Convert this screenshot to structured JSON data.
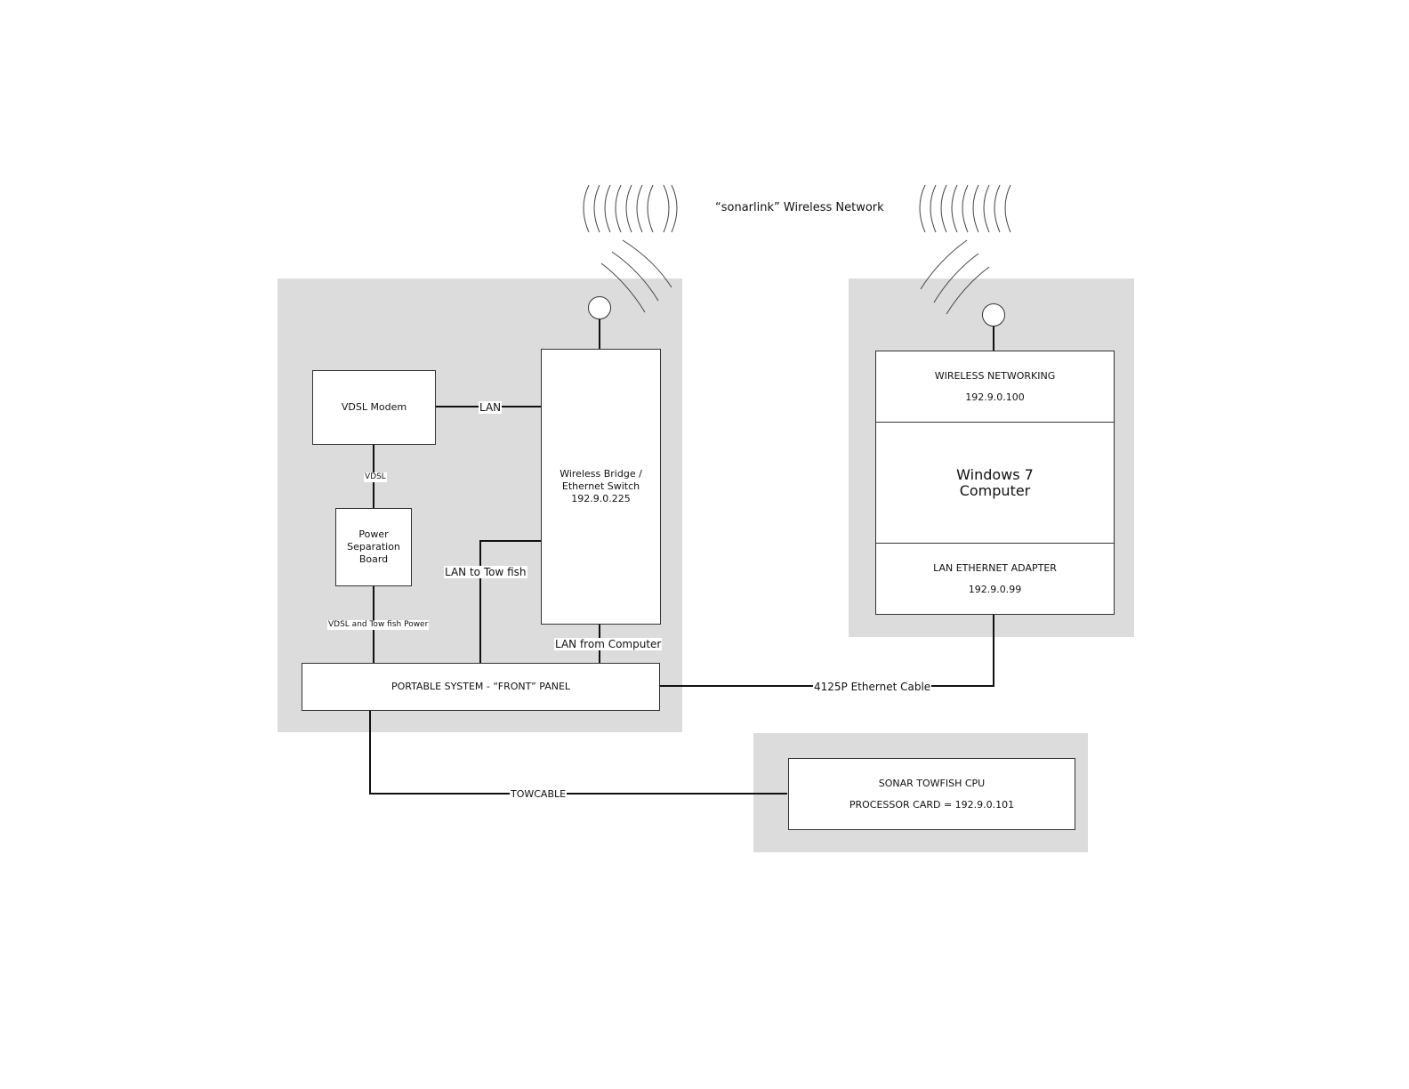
{
  "network_title": "“sonarlink” Wireless Network",
  "nodes": {
    "vdsl_modem": "VDSL Modem",
    "power_board": [
      "Power",
      "Separation",
      "Board"
    ],
    "wireless_bridge": [
      "Wireless Bridge /",
      "Ethernet Switch",
      "192.9.0.225"
    ],
    "front_panel": "PORTABLE SYSTEM - “FRONT” PANEL",
    "wireless_networking": {
      "label": "WIRELESS NETWORKING",
      "ip": "192.9.0.100"
    },
    "computer": [
      "Windows 7",
      "Computer"
    ],
    "lan_adapter": {
      "label": "LAN ETHERNET ADAPTER",
      "ip": "192.9.0.99"
    },
    "towfish": {
      "label": "SONAR TOWFISH CPU",
      "ip": "PROCESSOR CARD = 192.9.0.101"
    }
  },
  "links": {
    "lan": "LAN",
    "vdsl": "VDSL",
    "vdsl_power": "VDSL and Tow fish Power",
    "lan_towfish": "LAN to Tow fish",
    "lan_computer": "LAN from Computer",
    "ethernet_cable": "4125P Ethernet Cable",
    "towcable": "TOWCABLE"
  },
  "icons": [
    "antenna-icon",
    "wireless-signal-icon"
  ]
}
